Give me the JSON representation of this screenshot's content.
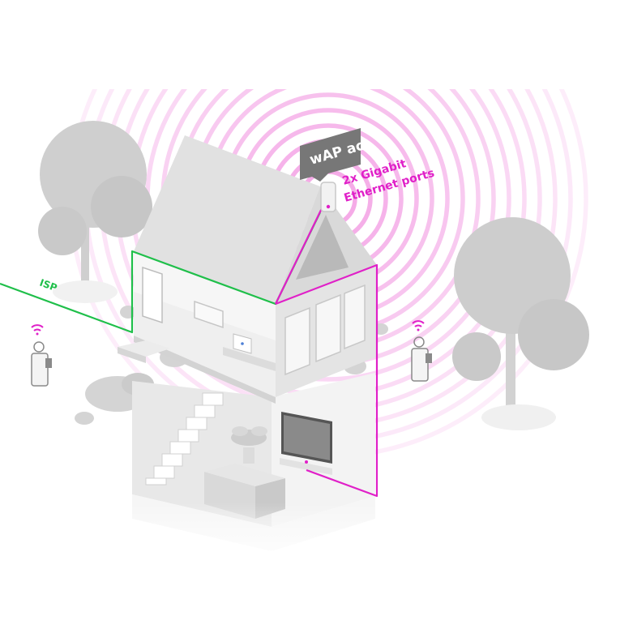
{
  "device": {
    "name": "wAP ac",
    "ports_line1": "2x Gigabit",
    "ports_line2": "Ethernet ports"
  },
  "isp_label": "ISP",
  "colors": {
    "isp_line": "#1fbf4a",
    "accent_magenta": "#e020c8",
    "wave": "#f4a6e6",
    "house_light": "#e9e9e9",
    "house_mid": "#d6d6d6",
    "house_dark": "#bdbdbd",
    "tree": "#cfcfcf",
    "tag_bg": "#777777",
    "tag_text": "#ffffff"
  },
  "icons": [
    "wifi-icon",
    "person-icon",
    "tree-icon",
    "sofa-icon",
    "tv-icon",
    "laptop-icon",
    "plant-icon",
    "stairs-icon"
  ],
  "signal_rings": 16
}
